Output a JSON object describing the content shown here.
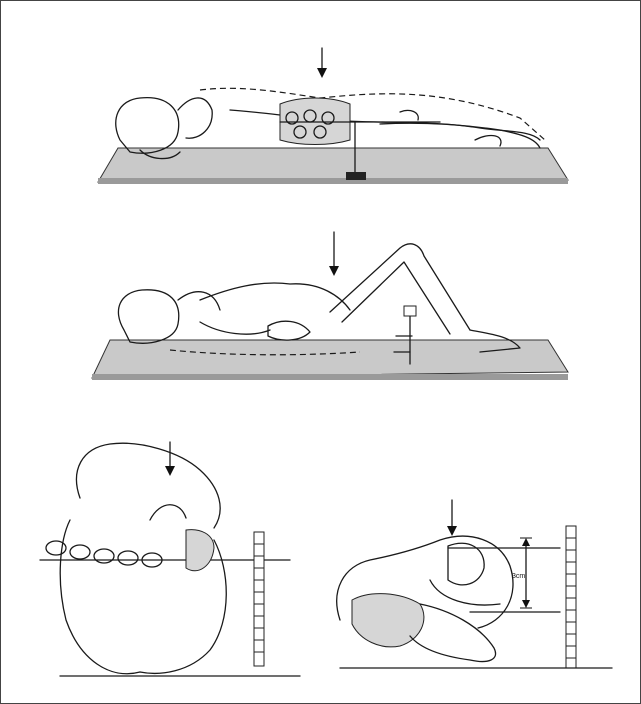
{
  "figure": {
    "panels": [
      {
        "id": "supine-extended"
      },
      {
        "id": "supine-flexed"
      },
      {
        "id": "pelvis-frontal"
      },
      {
        "id": "pelvis-lateral"
      }
    ],
    "measurement_label": "3cm"
  }
}
